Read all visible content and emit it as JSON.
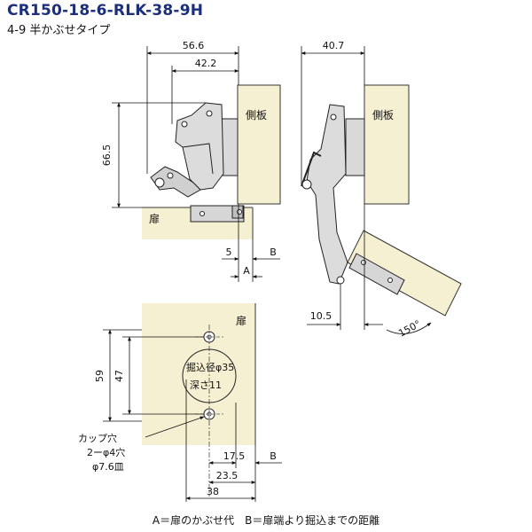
{
  "header": {
    "model": "CR150-18-6-RLK-38-9H",
    "subtitle": "4-9 半かぶせタイプ"
  },
  "side_view": {
    "dim_overall_width": "56.6",
    "dim_inner_width": "42.2",
    "dim_height": "66.5",
    "label_side_panel": "側板",
    "label_door": "扉",
    "dim_overlay": "5",
    "label_a": "A",
    "label_b": "B"
  },
  "open_view": {
    "dim_width": "40.7",
    "label_side_panel": "側板",
    "dim_offset": "10.5",
    "angle": "150°"
  },
  "door_view": {
    "label_door": "扉",
    "dim_59": "59",
    "dim_47": "47",
    "cup_bore": "掘込径φ35",
    "cup_depth": "深さ11",
    "cup_hole_title": "カップ穴",
    "screw_holes": "2ーφ4穴",
    "counterbore": "φ7.6皿",
    "dim_17_5": "17.5",
    "dim_23_5": "23.5",
    "dim_38": "38",
    "label_b": "B"
  },
  "footer": {
    "legend": "A＝扉のかぶせ代　B＝扉端より掘込までの距離"
  }
}
